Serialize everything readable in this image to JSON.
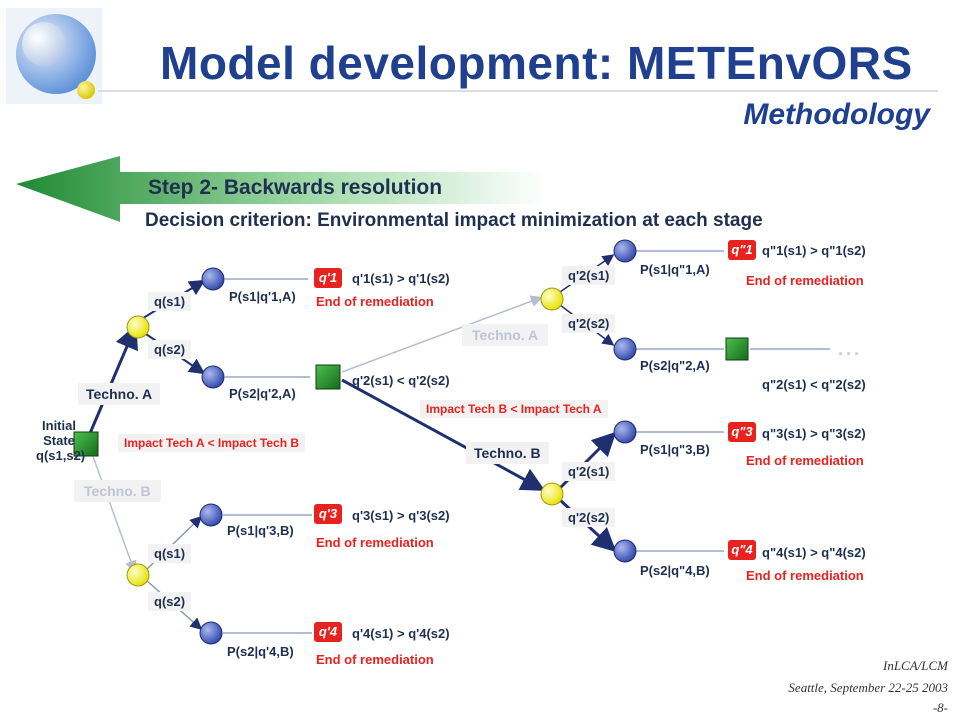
{
  "title": "Model development: METEnvORS",
  "subtitle": "Methodology",
  "step": "Step 2- Backwards resolution",
  "criterion": "Decision criterion: Environmental impact minimization at each stage",
  "initial_state": {
    "line1": "Initial",
    "line2": "State",
    "line3": "q(s1,s2)"
  },
  "techno_a": "Techno. A",
  "techno_b": "Techno. B",
  "impact_left": "Impact Tech A < Impact Tech B",
  "impact_right": "Impact Tech B < Impact Tech A",
  "q_s1": "q(s1)",
  "q_s2": "q(s2)",
  "q2_s1": "q'2(s1)",
  "q2_s2": "q'2(s2)",
  "p1": "P(s1|q'1,A)",
  "p2": "P(s2|q'2,A)",
  "p3": "P(s1|q'3,B)",
  "p4": "P(s2|q'4,B)",
  "pp1": "P(s1|q\"1,A)",
  "pp2": "P(s2|q\"2,A)",
  "pp3": "P(s1|q\"3,B)",
  "pp4": "P(s2|q\"4,B)",
  "end": "End of remediation",
  "cond1": "q'1(s1) > q'1(s2)",
  "cond2": "q'2(s1) < q'2(s2)",
  "cond3": "q'3(s1) > q'3(s2)",
  "cond4": "q'4(s1) > q'4(s2)",
  "condd1": "q\"1(s1) > q\"1(s2)",
  "condd2": "q\"2(s1) < q\"2(s2)",
  "condd3": "q\"3(s1) > q\"3(s2)",
  "condd4": "q\"4(s1) > q\"4(s2)",
  "box_q1": "q'1",
  "box_q3": "q'3",
  "box_q4": "q'4",
  "box_qq1": "q\"1",
  "box_qq3": "q\"3",
  "box_qq4": "q\"4",
  "ellipsis": "...",
  "footer": {
    "line1": "InLCA/LCM",
    "line2": "Seattle, September 22-25 2003",
    "line3": "-8-"
  },
  "colors": {
    "title": "#1f3f8f",
    "accent_red": "#e8221f",
    "arrow_green": "#2e9b3e",
    "node_yellow": "#f4ef1a",
    "node_blue": "#3d55b5"
  }
}
